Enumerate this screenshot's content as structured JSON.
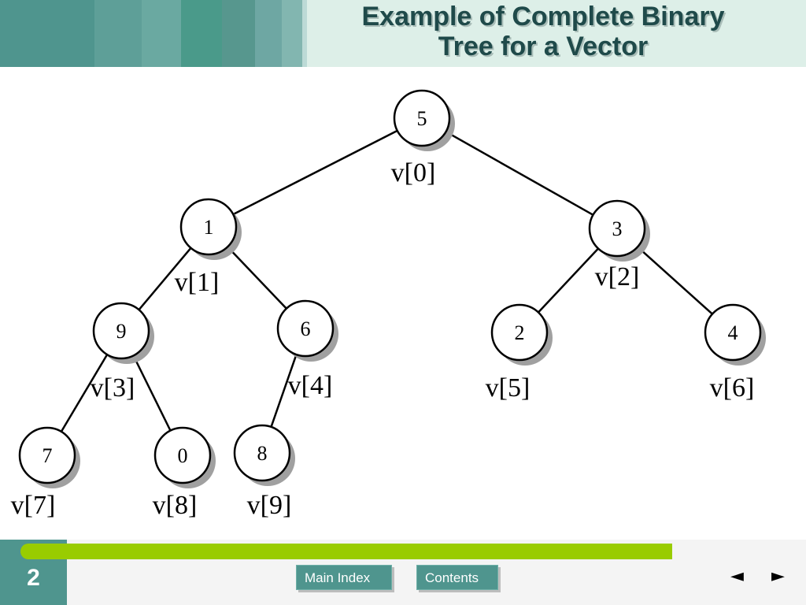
{
  "title": {
    "line1": "Example of Complete Binary",
    "line2": "Tree for a Vector"
  },
  "header": {
    "stripe_colors": [
      "#4f958e",
      "#5e9f98",
      "#6aa9a1",
      "#4a9a8a",
      "#57978e",
      "#6ea7a3",
      "#82b6b0",
      "#bcdad6"
    ]
  },
  "tree": {
    "nodes": [
      {
        "value": "5",
        "label": "v[0]"
      },
      {
        "value": "1",
        "label": "v[1]"
      },
      {
        "value": "3",
        "label": "v[2]"
      },
      {
        "value": "9",
        "label": "v[3]"
      },
      {
        "value": "6",
        "label": "v[4]"
      },
      {
        "value": "2",
        "label": "v[5]"
      },
      {
        "value": "4",
        "label": "v[6]"
      },
      {
        "value": "7",
        "label": "v[7]"
      },
      {
        "value": "0",
        "label": "v[8]"
      },
      {
        "value": "8",
        "label": "v[9]"
      }
    ],
    "edges": [
      [
        0,
        1
      ],
      [
        0,
        2
      ],
      [
        1,
        3
      ],
      [
        1,
        4
      ],
      [
        2,
        5
      ],
      [
        2,
        6
      ],
      [
        3,
        7
      ],
      [
        3,
        8
      ],
      [
        4,
        9
      ]
    ]
  },
  "footer": {
    "page_number": "2",
    "main_index_label": "Main Index",
    "contents_label": "Contents",
    "prev_label": "◄",
    "next_label": "►",
    "accent_color": "#99cc00",
    "teal_color": "#4f958e"
  }
}
